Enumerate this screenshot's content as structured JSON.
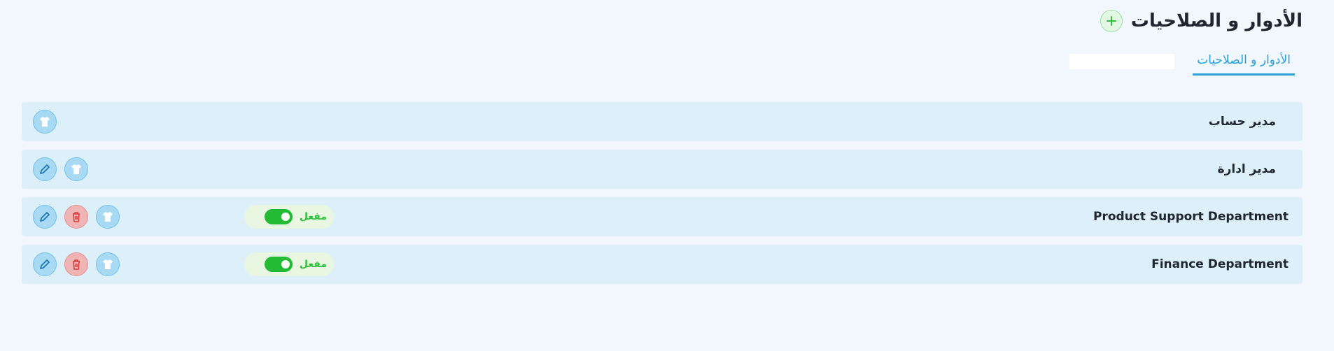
{
  "header": {
    "title": "الأدوار و الصلاحيات"
  },
  "tabs": [
    {
      "label": "الأدوار و الصلاحيات"
    }
  ],
  "colors": {
    "accent": "#2a9fd8",
    "success": "#22bb33",
    "danger": "#e48f8f"
  },
  "rows": [
    {
      "name": "مدير حساب",
      "actions": [
        "permissions-icon"
      ]
    },
    {
      "name": "مدير ادارة",
      "actions": [
        "edit-icon",
        "permissions-icon"
      ]
    },
    {
      "name": "Product Support Department",
      "status": "مفعل",
      "enabled": true,
      "actions": [
        "edit-icon",
        "trash-icon",
        "permissions-icon"
      ]
    },
    {
      "name": "Finance Department",
      "status": "مفعل",
      "enabled": true,
      "actions": [
        "edit-icon",
        "trash-icon",
        "permissions-icon"
      ]
    }
  ]
}
